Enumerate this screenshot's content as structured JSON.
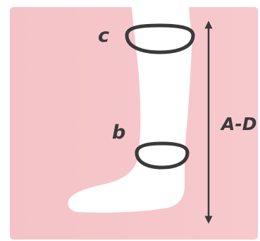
{
  "diagram": {
    "labels": {
      "c": "c",
      "b": "b",
      "height": "A-D"
    },
    "colors": {
      "background_panel": "#f6c6c9",
      "leg": "#ffffff",
      "ink": "#3a3a3a"
    },
    "icons": [
      "leg-silhouette",
      "circumference-ring-icon",
      "double-headed-arrow-icon"
    ]
  }
}
